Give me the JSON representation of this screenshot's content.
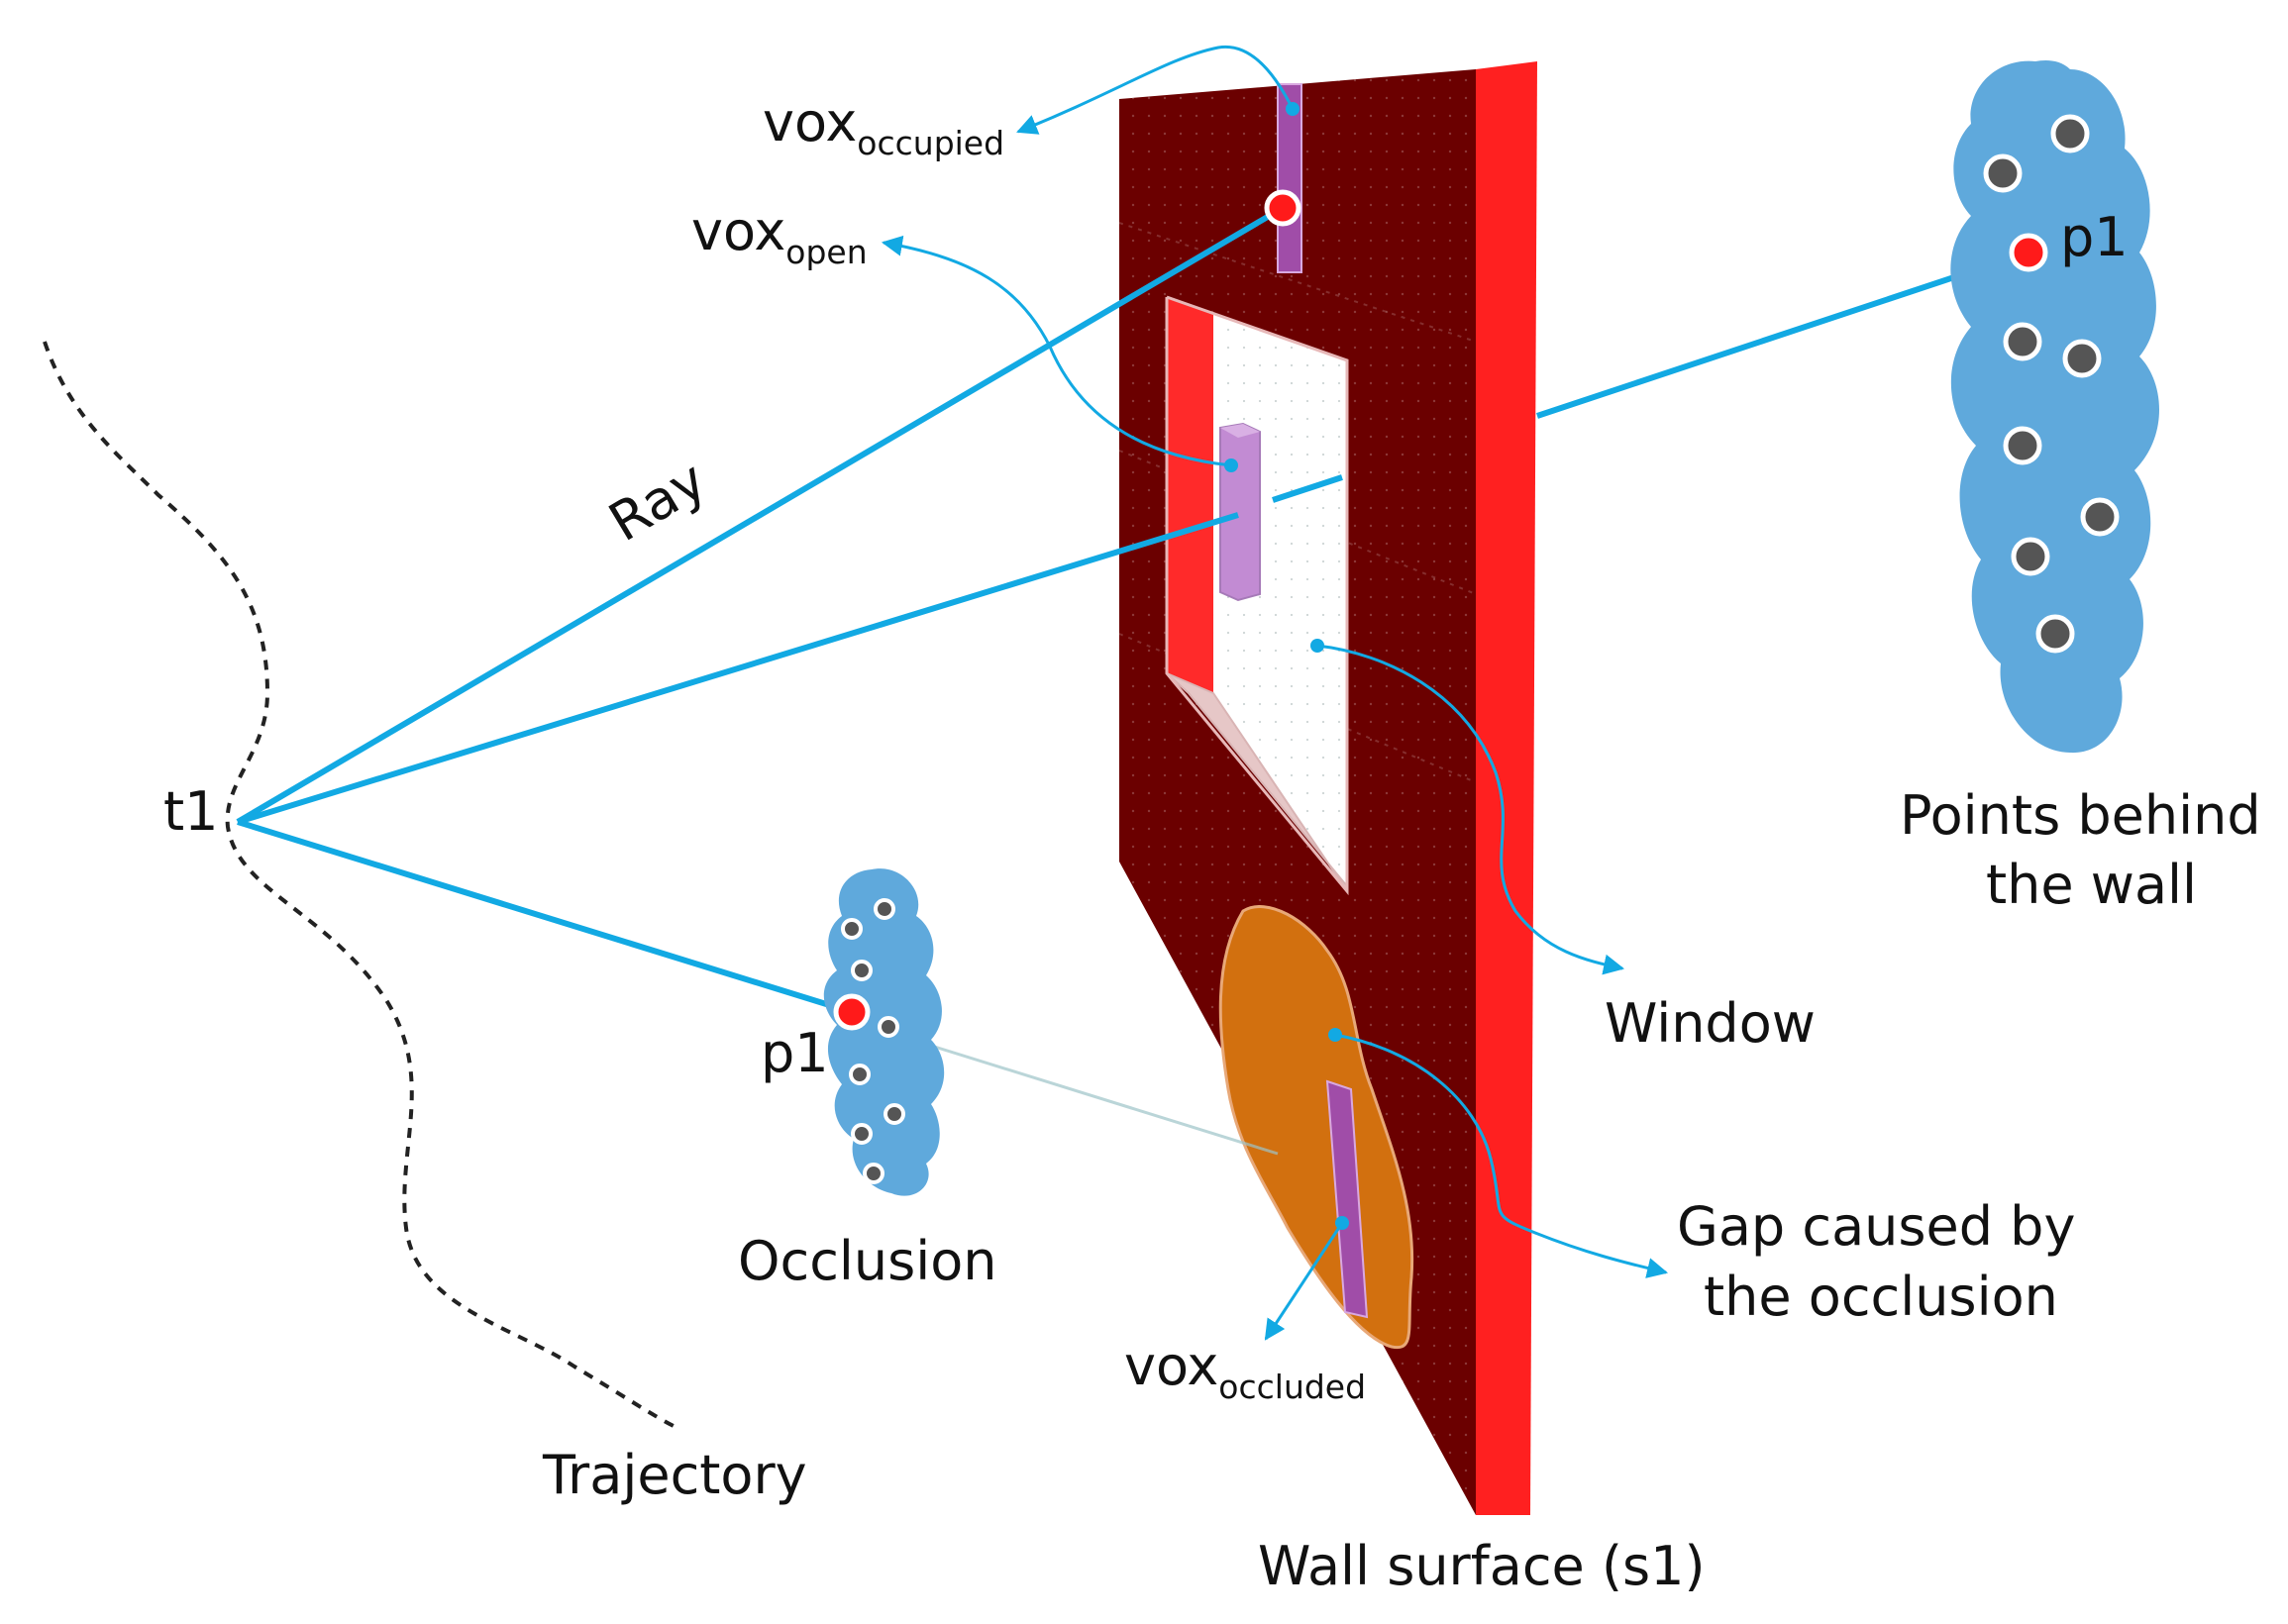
{
  "labels": {
    "vox_occupied": {
      "main": "vox",
      "sub": "occupied"
    },
    "vox_open": {
      "main": "vox",
      "sub": "open"
    },
    "vox_occluded": {
      "main": "vox",
      "sub": "occluded"
    },
    "ray": "Ray",
    "t1": "t1",
    "p1_wall": "p1",
    "p1_occlusion": "p1",
    "occlusion": "Occlusion",
    "trajectory": "Trajectory",
    "points_behind_line1": "Points behind",
    "points_behind_line2": "the wall",
    "window": "Window",
    "gap_line1": "Gap caused by",
    "gap_line2": "the occlusion",
    "wall_surface": "Wall surface (s1)"
  },
  "colors": {
    "wall": "#6b0000",
    "wall_edge": "#ff2020",
    "ray": "#12a9e3",
    "cloud": "#5fa9dc",
    "point_gray": "#555555",
    "point_red": "#ff1a1a",
    "window": "#ffffff",
    "gap": "#d2700f",
    "voxel_purple": "#a04da8",
    "voxel_light": "#c28bd3"
  }
}
